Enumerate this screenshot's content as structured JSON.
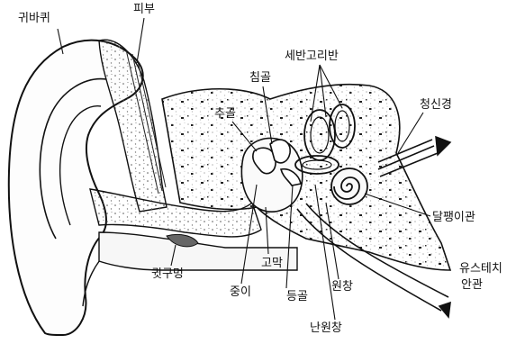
{
  "title": "",
  "labels": {
    "auricle": "귀바퀴",
    "skin": "피부",
    "anvil": "침골",
    "semicircular_canals": "세반고리반",
    "hammer": "추골",
    "auditory_nerve": "청신경",
    "cochlea": "달팽이관",
    "ear_canal": "귓구멍",
    "eardrum": "고막",
    "middle_ear": "중이",
    "stirrup": "등골",
    "round_window": "원창",
    "eustachian_tube_line1": "유스테치",
    "eustachian_tube_line2": "안관",
    "oval_window": "난원창"
  }
}
